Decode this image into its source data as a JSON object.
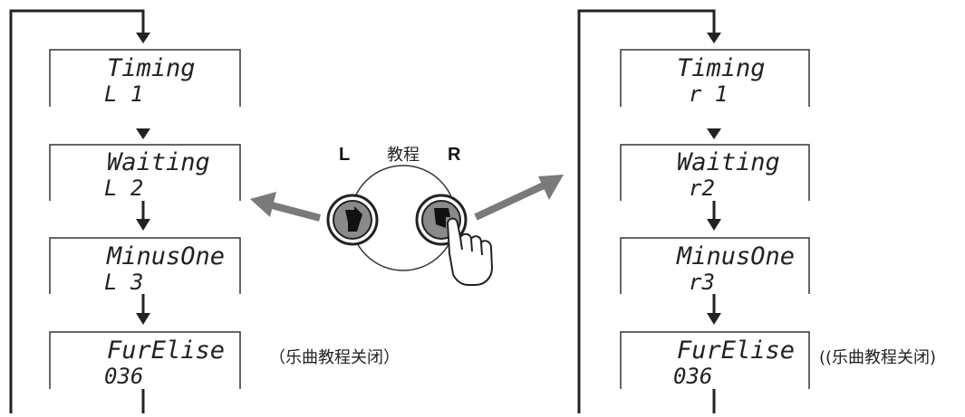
{
  "left_column": {
    "displays": [
      {
        "line1": "Timing",
        "line2": "L 1"
      },
      {
        "line1": "Waiting",
        "line2": "L 2"
      },
      {
        "line1": "MinusOne",
        "line2": "L 3"
      },
      {
        "line1": "FurElise",
        "line2": "036"
      }
    ],
    "note": "（乐曲教程关闭）"
  },
  "right_column": {
    "displays": [
      {
        "line1": "Timing",
        "line2": "r 1"
      },
      {
        "line1": "Waiting",
        "line2": "r2"
      },
      {
        "line1": "MinusOne",
        "line2": "r3"
      },
      {
        "line1": "FurElise",
        "line2": "036"
      }
    ],
    "note": "((乐曲教程关闭)"
  },
  "panel": {
    "label": "教程",
    "left_button": "L",
    "right_button": "R"
  }
}
